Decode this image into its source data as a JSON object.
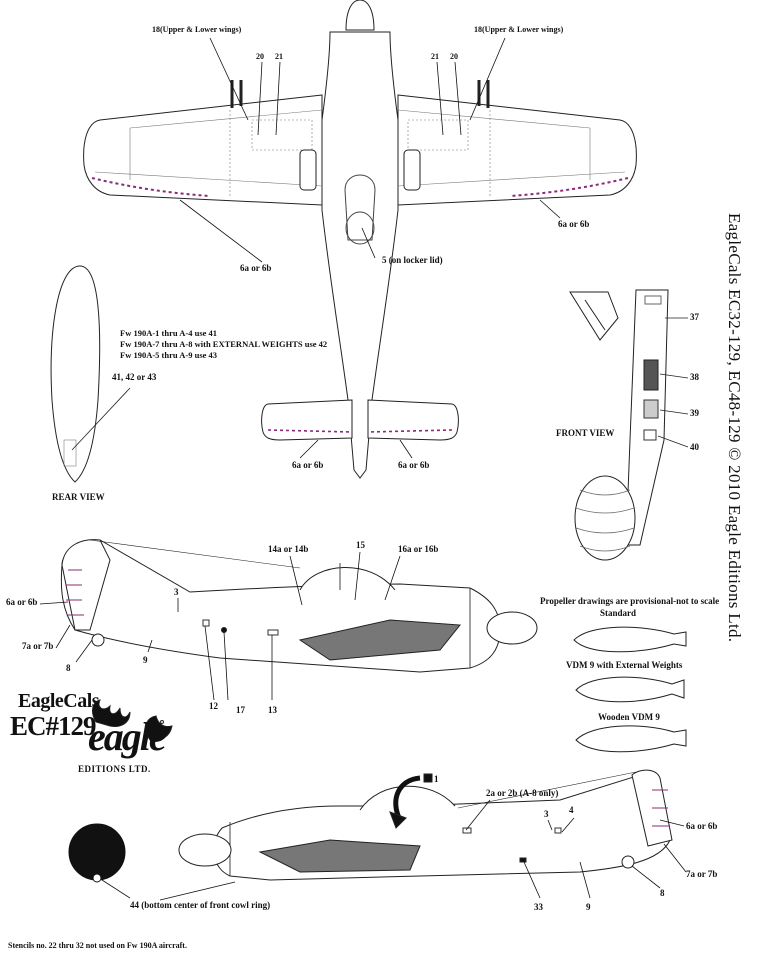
{
  "title_vertical": "EagleCals EC32-129, EC48-129 © 2010 Eagle Editions Ltd.",
  "logo": {
    "line1": "EagleCals",
    "line2": "EC#129",
    "brand": "eagle",
    "sub": "EDITIONS LTD."
  },
  "plan_view": {
    "label_wings_left": "18(Upper & Lower wings)",
    "label_wings_right": "18(Upper & Lower wings)",
    "n20_left": "20",
    "n21_left": "21",
    "n21_right": "21",
    "n20_right": "20",
    "label_6a_wing_left": "6a or 6b",
    "label_6a_wing_right": "6a or 6b",
    "label_5": "5 (on locker lid)",
    "label_6a_tail_left": "6a or 6b",
    "label_6a_tail_right": "6a or 6b"
  },
  "rear_view": {
    "notes": [
      "Fw 190A-1 thru A-4 use 41",
      "Fw 190A-7 thru A-8 with EXTERNAL WEIGHTS use 42",
      "Fw 190A-5 thru A-9 use 43"
    ],
    "label_blade": "41, 42 or 43",
    "caption": "REAR VIEW"
  },
  "front_view": {
    "caption": "FRONT VIEW",
    "n37": "37",
    "n38": "38",
    "n39": "39",
    "n40": "40"
  },
  "left_side": {
    "n3": "3",
    "n8": "8",
    "n9": "9",
    "n12": "12",
    "n13": "13",
    "n15": "15",
    "n17": "17",
    "label_14": "14a or 14b",
    "label_16": "16a or 16b",
    "label_6a": "6a or 6b",
    "label_7a": "7a or 7b"
  },
  "propellers": {
    "note": "Propeller drawings are provisional-not to scale",
    "p1": "Standard",
    "p2": "VDM 9 with External Weights",
    "p3": "Wooden VDM 9"
  },
  "right_side": {
    "n1": "1",
    "label_2": "2a or 2b (A-8 only)",
    "n3": "3",
    "n4": "4",
    "n8": "8",
    "n9": "9",
    "n33": "33",
    "label_6a": "6a or 6b",
    "label_7a": "7a or 7b"
  },
  "spinner": {
    "label_44": "44 (bottom center of front cowl ring)"
  },
  "footer": "Stencils no. 22 thru 32 not used on Fw 190A aircraft.",
  "colors": {
    "ink": "#111111",
    "panel": "#555555",
    "accent": "#8a2a7a"
  }
}
